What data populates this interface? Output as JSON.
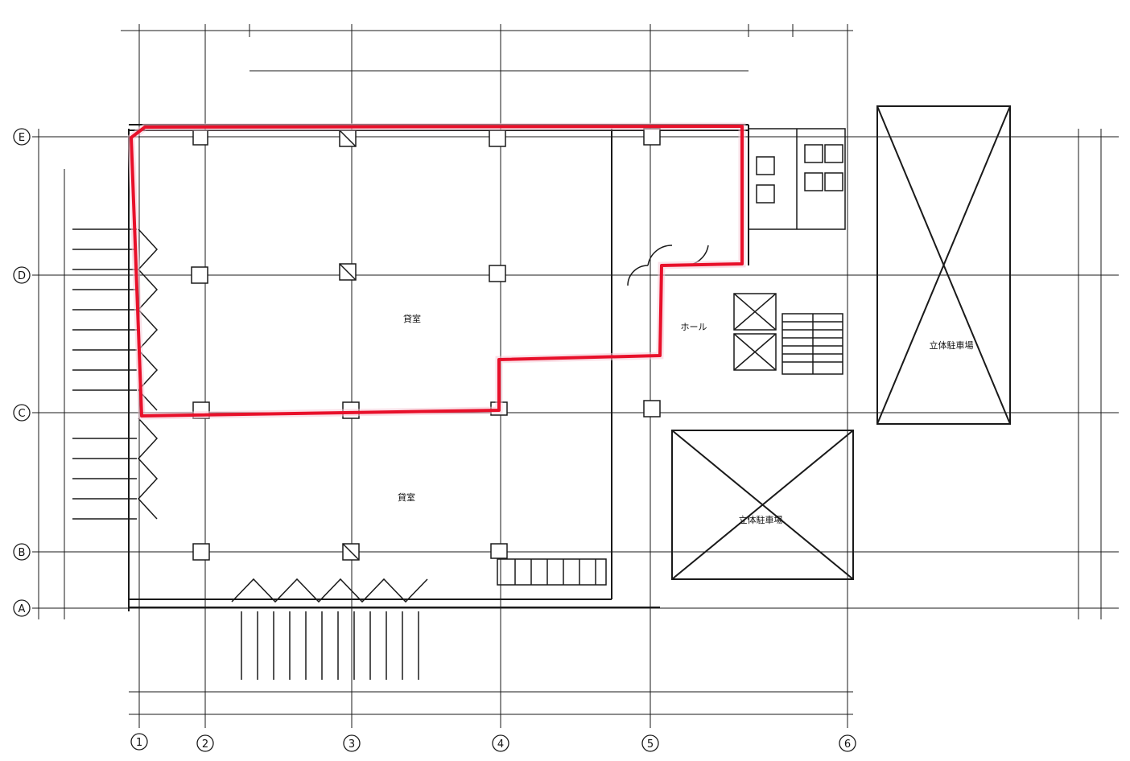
{
  "grid_axes": {
    "rows": [
      "E",
      "D",
      "C",
      "B",
      "A"
    ],
    "columns": [
      "1",
      "2",
      "3",
      "4",
      "5",
      "6"
    ]
  },
  "rooms": {
    "main": "貸室",
    "lower": "貸室",
    "hall": "ホール",
    "parking_right": "立体駐車場",
    "parking_lower": "立体駐車場"
  },
  "colors": {
    "line": "#1a1a1a",
    "highlight": "#e8102a",
    "tint": "#f6c9d6"
  }
}
